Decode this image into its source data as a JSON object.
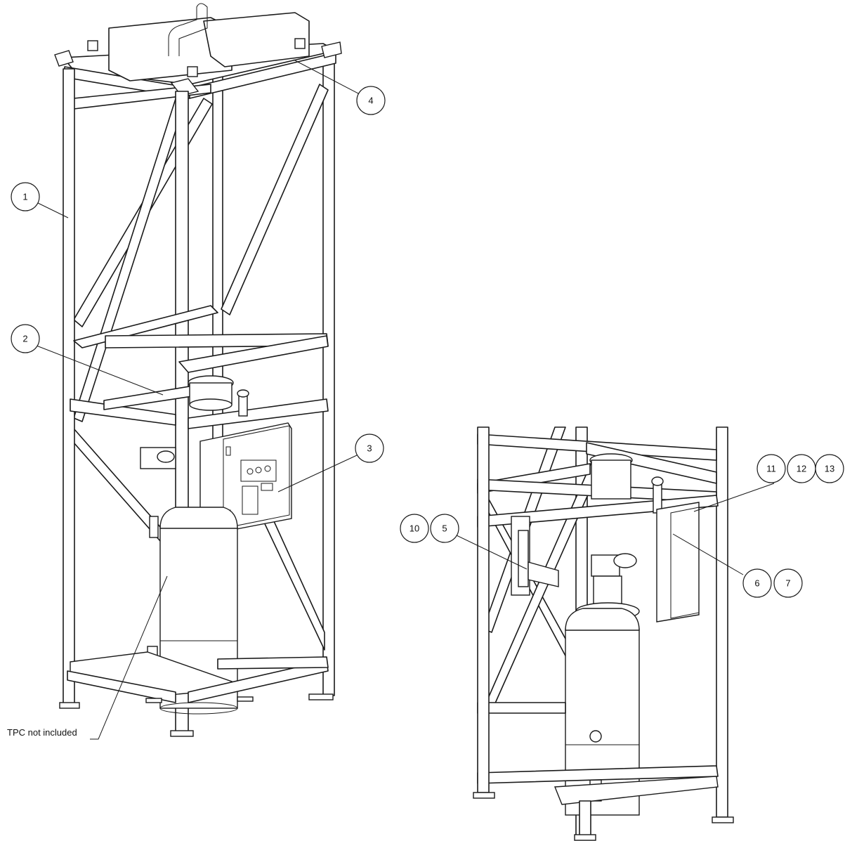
{
  "callouts": {
    "c1": "1",
    "c2": "2",
    "c3": "3",
    "c4": "4",
    "c5": "5",
    "c6": "6",
    "c7": "7",
    "c10": "10",
    "c11": "11",
    "c12": "12",
    "c13": "13"
  },
  "note": {
    "tpc": "TPC not included"
  },
  "colors": {
    "line": "#1a1a1a",
    "background": "#ffffff"
  }
}
